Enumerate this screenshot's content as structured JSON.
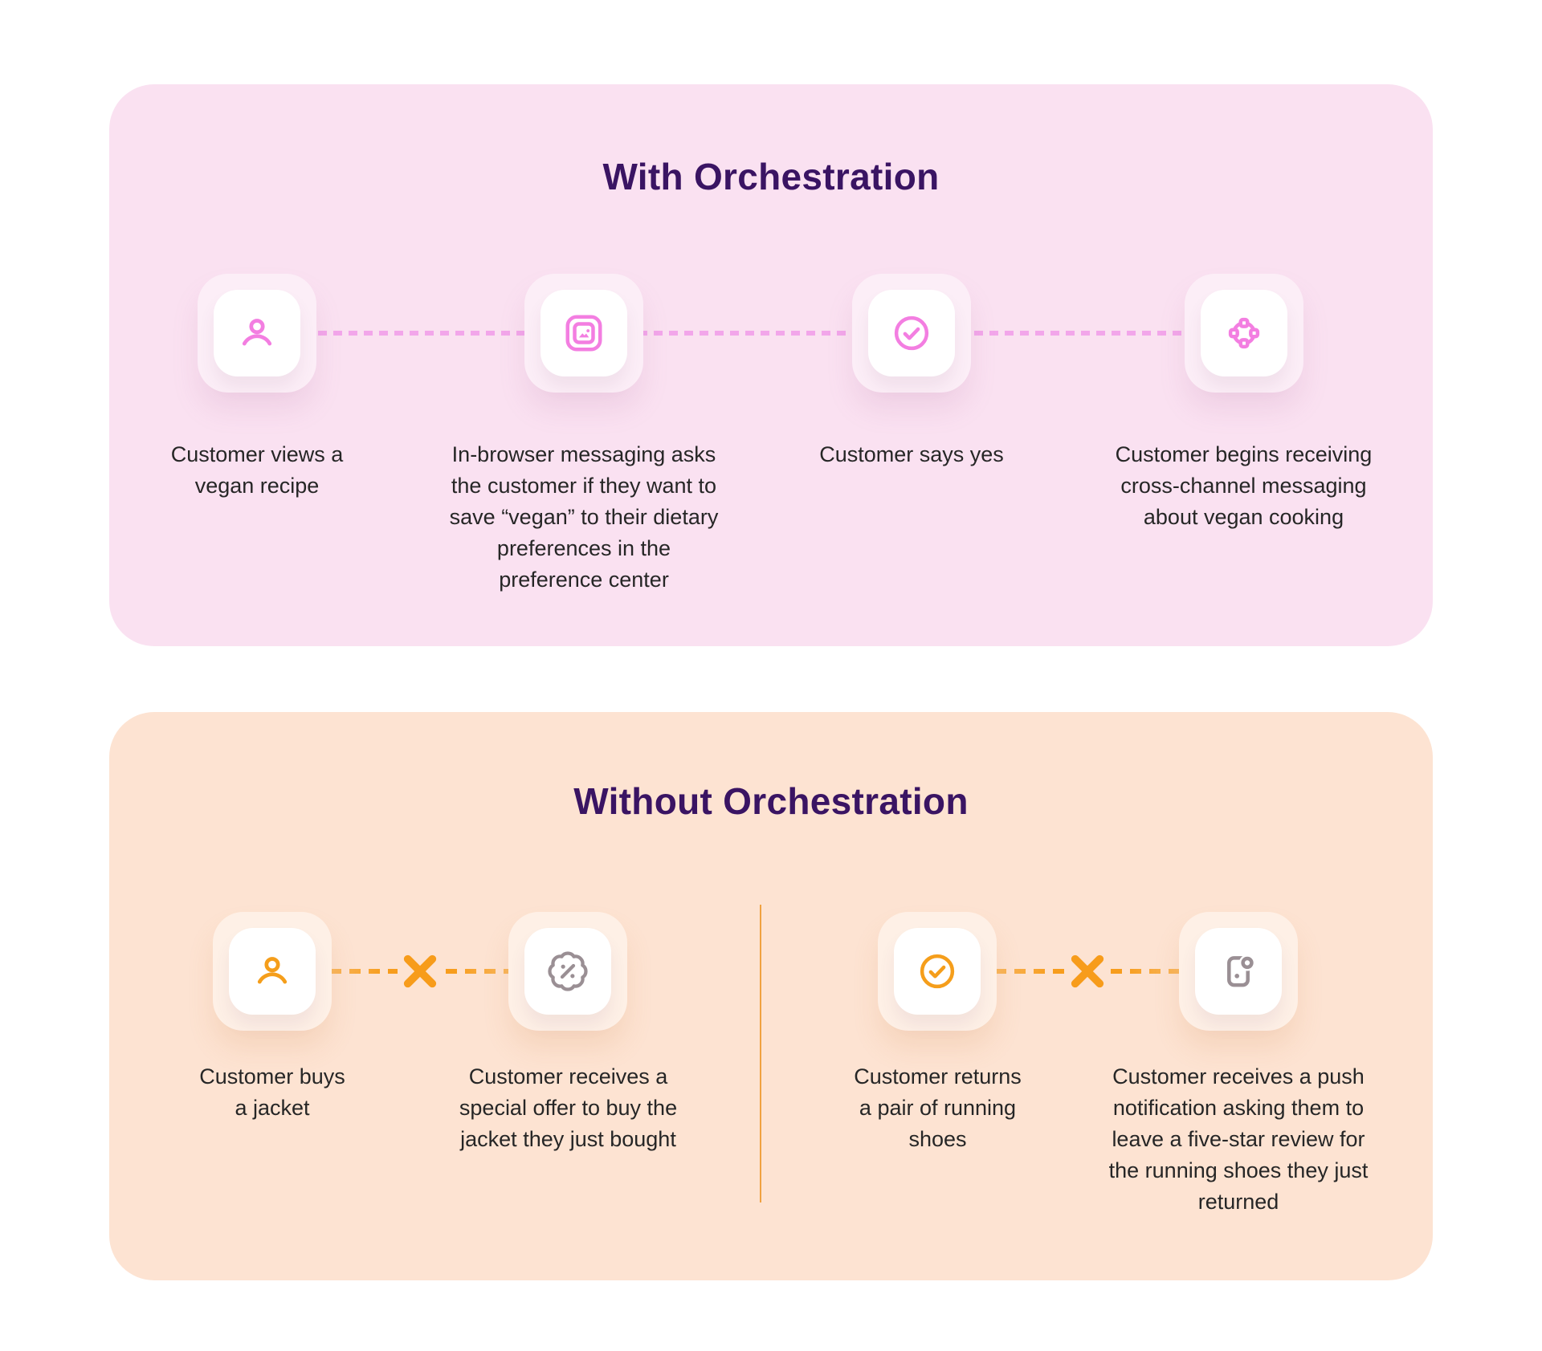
{
  "sections": [
    {
      "title": "With Orchestration",
      "steps": [
        {
          "icon": "user-icon",
          "caption": "Customer views a vegan recipe"
        },
        {
          "icon": "in-browser-message-icon",
          "caption": "In-browser messaging asks the customer if they want to save “vegan” to their dietary preferences in the preference center"
        },
        {
          "icon": "check-circle-icon",
          "caption": "Customer says yes"
        },
        {
          "icon": "orchestration-network-icon",
          "caption": "Customer begins receiving cross-channel messaging about vegan cooking"
        }
      ]
    },
    {
      "title": "Without Orchestration",
      "pairs": [
        {
          "steps": [
            {
              "icon": "user-icon",
              "caption": "Customer buys a jacket"
            },
            {
              "icon": "discount-badge-icon",
              "caption": "Customer receives a special offer to buy the jacket they just bought"
            }
          ]
        },
        {
          "steps": [
            {
              "icon": "check-circle-icon",
              "caption": "Customer returns a pair of running shoes"
            },
            {
              "icon": "phone-notification-icon",
              "caption": "Customer receives a push notification asking them to leave a five-star review for the running shoes they just returned"
            }
          ]
        }
      ]
    }
  ],
  "colors": {
    "page_bg": "#FFFFFF",
    "panel_pink_bg": "#FAE1F1",
    "panel_peach_bg": "#FDE3D2",
    "title": "#3A1463",
    "caption": "#262626",
    "icon_pink": "#F37EE1",
    "dash_pink": "#F2A6EA",
    "icon_orange": "#F59E1B",
    "dash_orange": "#F79D1D",
    "dash_orange_light": "#FAD2A2",
    "icon_gray": "#9A8F94",
    "cross_orange": "#F79C1B",
    "divider_orange": "#F0A241",
    "card_bg": "#FFFFFF"
  }
}
